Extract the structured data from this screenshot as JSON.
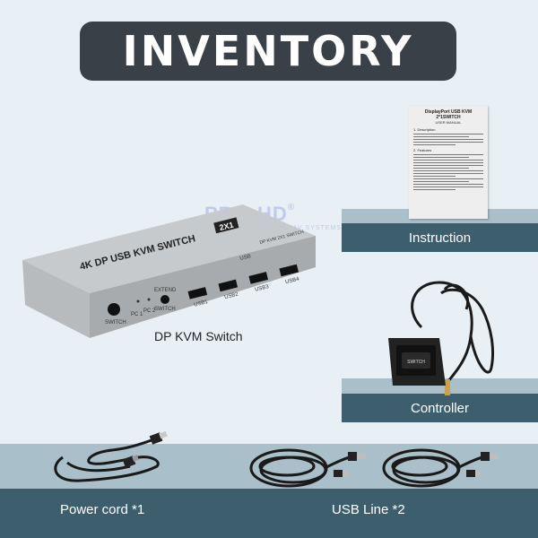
{
  "title": "INVENTORY",
  "watermark": {
    "brand": "PRO-HD",
    "registered": "®",
    "tagline": "PROFESSIONAL AV SYSTEMS"
  },
  "manual": {
    "title": "DisplayPort USB KVM 2*1SWITCH",
    "subtitle": "USER MANUAL",
    "section1": "1. Description",
    "section2": "2. Features"
  },
  "kvm": {
    "brand_text": "4K DP USB KVM SWITCH",
    "badge": "2X1",
    "side_text": "DP KVM 2X1 SWITCH",
    "extend_label": "EXTEND",
    "switch_label": "SWITCH",
    "pc1_label": "PC 1",
    "pc2_label": "PC 2",
    "switch_button_label": "SWITCH",
    "usb_ports": [
      "USB1",
      "USB2",
      "USB3",
      "USB4"
    ],
    "top_usb_label": "USB"
  },
  "controller_device_label": "SWITCH",
  "items": {
    "kvm_switch": "DP KVM Switch",
    "instruction": "Instruction",
    "controller": "Controller",
    "power_cord": "Power cord *1",
    "usb_line": "USB Line *2"
  },
  "colors": {
    "shelf_bar": "#3d5e6c",
    "shelf_top": "#a9bfc9",
    "title_bg": "#3a4047",
    "background": "#e8f0f6"
  }
}
